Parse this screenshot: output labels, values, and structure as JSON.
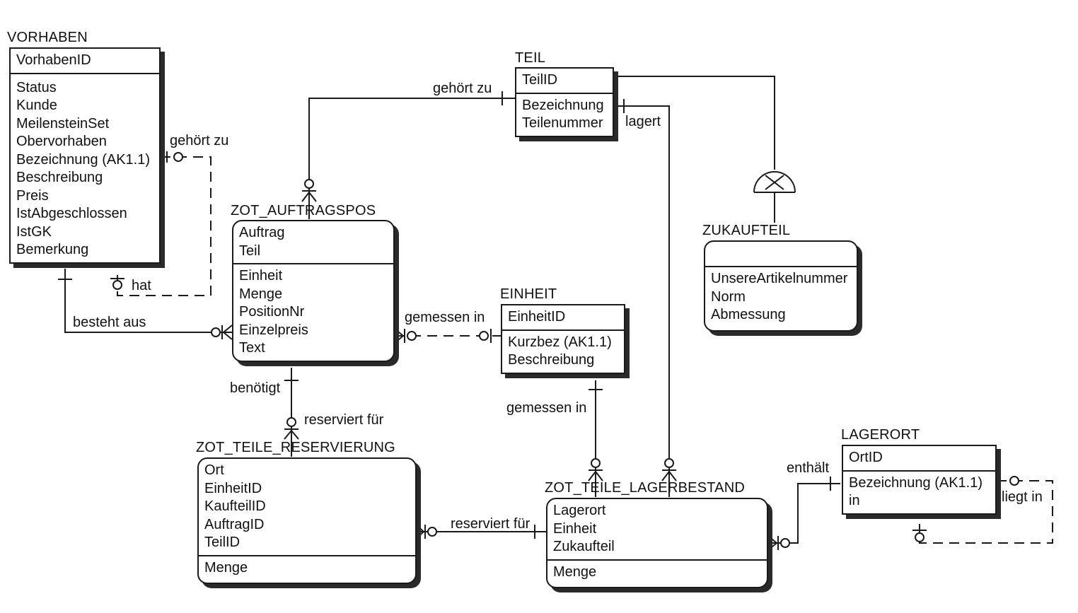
{
  "entities": {
    "vorhaben": {
      "title": "VORHABEN",
      "keys": [
        "VorhabenID"
      ],
      "attrs": [
        "Status",
        "Kunde",
        "MeilensteinSet",
        "Obervorhaben",
        "Bezeichnung (AK1.1)",
        "Beschreibung",
        "Preis",
        "IstAbgeschlossen",
        "IstGK",
        "Bemerkung"
      ]
    },
    "teil": {
      "title": "TEIL",
      "keys": [
        "TeilID"
      ],
      "attrs": [
        "Bezeichnung",
        "Teilenummer"
      ]
    },
    "zot_auftragspos": {
      "title": "ZOT_AUFTRAGSPOS",
      "keys": [
        "Auftrag",
        "Teil"
      ],
      "attrs": [
        "Einheit",
        "Menge",
        "PositionNr",
        "Einzelpreis",
        "Text"
      ]
    },
    "einheit": {
      "title": "EINHEIT",
      "keys": [
        "EinheitID"
      ],
      "attrs": [
        "Kurzbez (AK1.1)",
        "Beschreibung"
      ]
    },
    "zukaufteil": {
      "title": "ZUKAUFTEIL",
      "keys": [],
      "attrs": [
        "UnsereArtikelnummer",
        "Norm",
        "Abmessung"
      ]
    },
    "zot_teile_reservierung": {
      "title": "ZOT_TEILE_RESERVIERUNG",
      "keys": [
        "Ort",
        "EinheitID",
        "KaufteilID",
        "AuftragID",
        "TeilID"
      ],
      "attrs": [
        "Menge"
      ]
    },
    "zot_teile_lagerbestand": {
      "title": "ZOT_TEILE_LAGERBESTAND",
      "keys": [
        "Lagerort",
        "Einheit",
        "Zukaufteil"
      ],
      "attrs": [
        "Menge"
      ]
    },
    "lagerort": {
      "title": "LAGERORT",
      "keys": [
        "OrtID"
      ],
      "attrs": [
        "Bezeichnung (AK1.1)",
        "in"
      ]
    }
  },
  "relationships": {
    "vorhaben_self": "gehört zu",
    "vorhaben_hat": "hat",
    "besteht_aus": "besteht aus",
    "teil_gehoert_zu": "gehört zu",
    "lagert": "lagert",
    "gemessen_in_1": "gemessen in",
    "gemessen_in_2": "gemessen in",
    "benoetigt": "benötigt",
    "reserviert_fuer_1": "reserviert für",
    "reserviert_fuer_2": "reserviert für",
    "enthaelt": "enthält",
    "liegt_in": "liegt in"
  }
}
